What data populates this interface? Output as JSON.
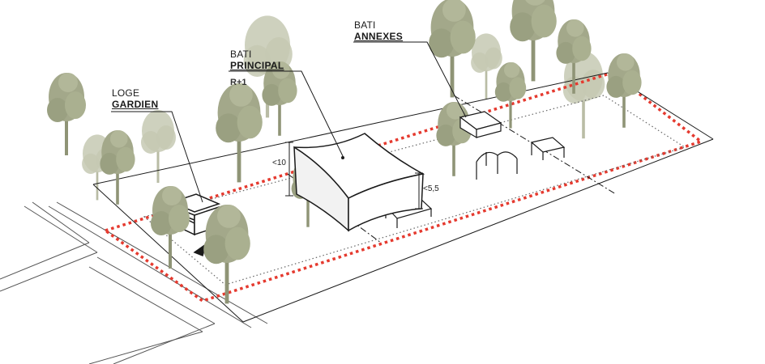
{
  "labels": {
    "loge": {
      "line1": "LOGE",
      "line2": "GARDIEN"
    },
    "principal": {
      "line1": "BATI",
      "line2": "PRINCIPAL",
      "floors": "R+1"
    },
    "annexes": {
      "line1": "BATI",
      "line2": "ANNEXES"
    }
  },
  "dimensions": {
    "height_principal": "<10",
    "height_secondary": "<5,5"
  },
  "colors": {
    "boundary": "#e53a2f",
    "tree_front": "#a3a88a",
    "tree_back": "#c6c9b3",
    "tree_trunk": "#8f9476",
    "line": "#1a1a1a"
  }
}
